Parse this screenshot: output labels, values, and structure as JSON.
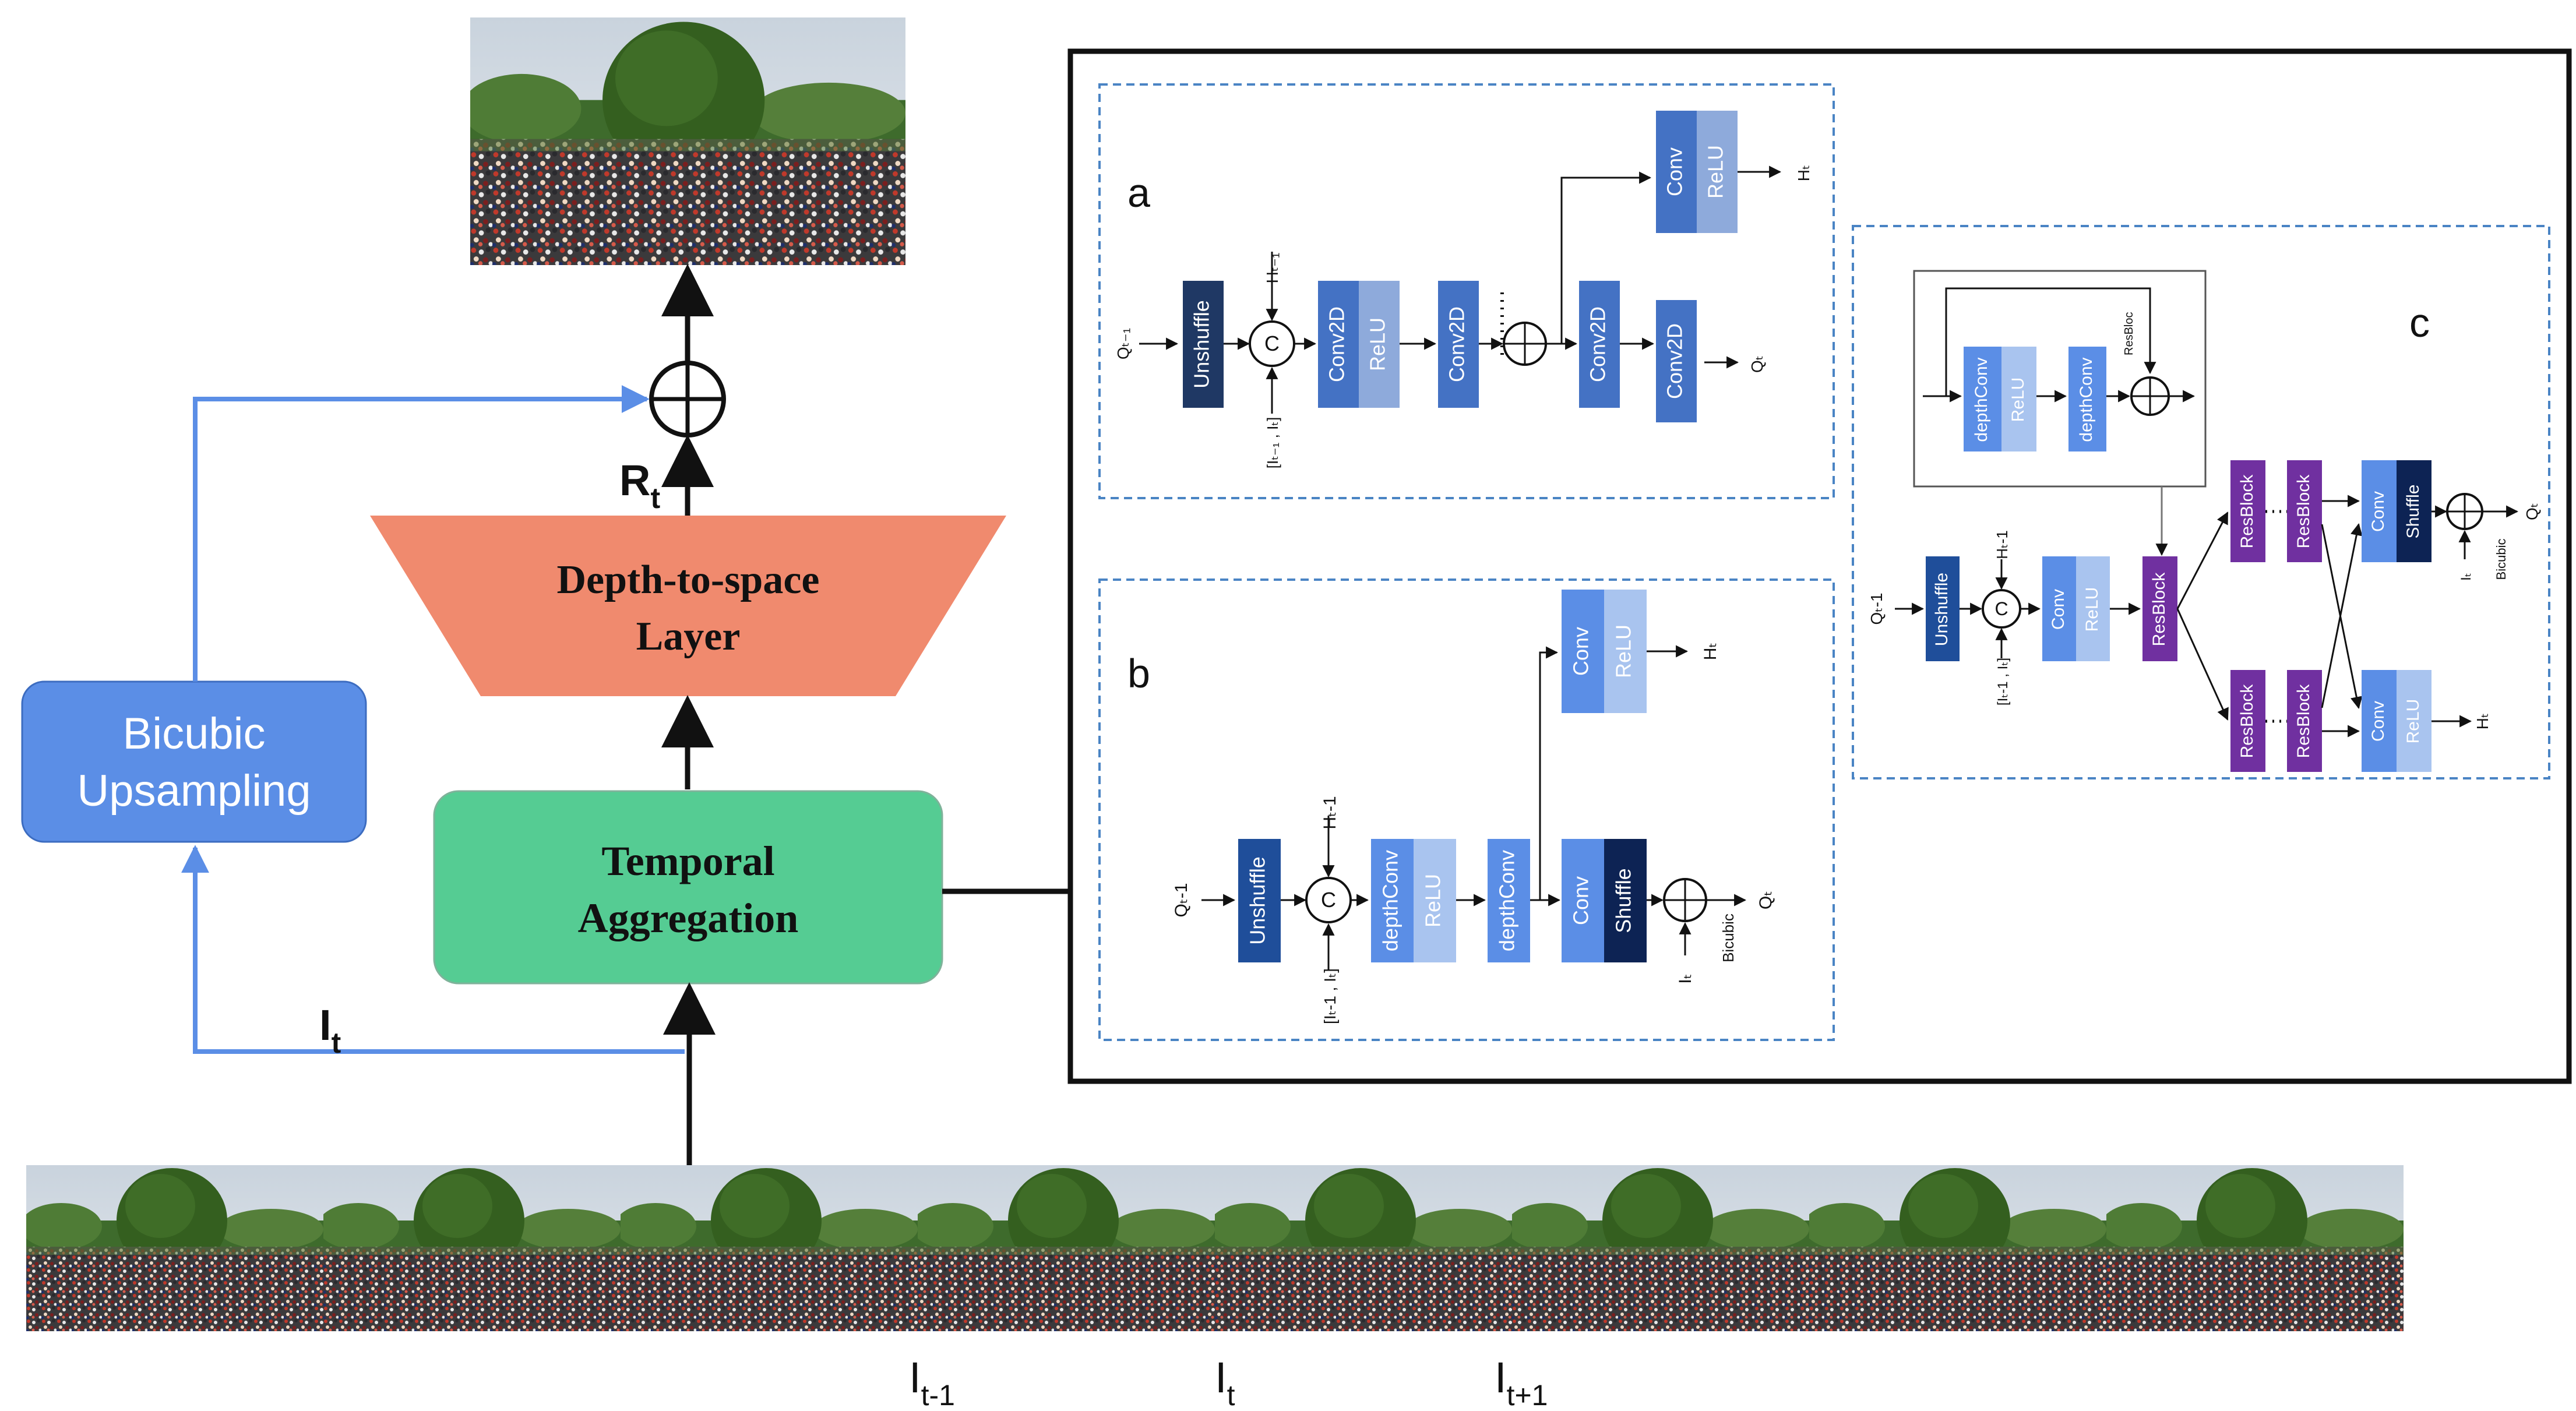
{
  "main": {
    "depth_to_space": {
      "line1": "Depth-to-space",
      "line2": "Layer"
    },
    "temporal_aggregation": {
      "line1": "Temporal",
      "line2": "Aggregation"
    },
    "bicubic": {
      "line1": "Bicubic",
      "line2": "Upsampling"
    },
    "residual_label": {
      "base": "R",
      "sub": "t"
    },
    "input_label": {
      "base": "I",
      "sub": "t"
    },
    "frame_labels": [
      {
        "base": "I",
        "sub": "t-1"
      },
      {
        "base": "I",
        "sub": "t"
      },
      {
        "base": "I",
        "sub": "t+1"
      }
    ]
  },
  "panel_a": {
    "tag": "a",
    "input_q": "Qₜ₋₁",
    "input_h": "Hₜ₋₁",
    "input_i": "[Iₜ₋₁ , Iₜ]",
    "concat": "C",
    "blocks": {
      "unshuffle": "Unshuffle",
      "conv2d_1": "Conv2D",
      "relu_1": "ReLU",
      "conv2d_2": "Conv2D",
      "conv2d_3": "Conv2D",
      "conv2d_4": "Conv2D",
      "conv_top": "Conv",
      "relu_top": "ReLU"
    },
    "out_h": "Hₜ",
    "out_q": "Qₜ"
  },
  "panel_b": {
    "tag": "b",
    "input_q": "Qₜ-1",
    "input_h": "Hₜ-1",
    "input_i": "[Iₜ-1 , Iₜ]",
    "concat": "C",
    "blocks": {
      "unshuffle": "Unshuffle",
      "depthconv_1": "depthConv",
      "relu_1": "ReLU",
      "depthconv_2": "depthConv",
      "conv_top": "Conv",
      "relu_top": "ReLU",
      "conv_bottom": "Conv",
      "shuffle": "Shuffle"
    },
    "out_h": "Hₜ",
    "out_q": "Qₜ",
    "skip_i": "Iₜ",
    "bicubic": "Bicubic"
  },
  "panel_c": {
    "tag": "c",
    "resblock_detail": {
      "depthconv_1": "depthConv",
      "relu": "ReLU",
      "depthconv_2": "depthConv",
      "label": "ResBloc"
    },
    "input_q": "Qₜ-1",
    "input_h": "Hₜ-1",
    "input_i": "[Iₜ-1 , Iₜ]",
    "concat": "C",
    "blocks": {
      "unshuffle": "Unshuffle",
      "conv": "Conv",
      "relu": "ReLU",
      "resblock": "ResBlock",
      "conv_top": "Conv",
      "shuffle": "Shuffle",
      "conv_bottom": "Conv",
      "relu_bottom": "ReLU"
    },
    "out_q": "Qₜ",
    "out_h": "Hₜ",
    "skip_i": "Iₜ",
    "bicubic": "Bicubic"
  },
  "colors": {
    "navy": "#1f3864",
    "blue": "#4472c4",
    "light_blue": "#8eaadb",
    "mid_blue": "#5b8ee6",
    "pale_blue": "#a9c4ef",
    "dark_navy": "#0d2354",
    "purple": "#7030a0",
    "salmon": "#f08a6e",
    "green": "#55cc93",
    "bicubic_box": "#5b8ee6",
    "arrow_blue": "#5b8ee6"
  }
}
